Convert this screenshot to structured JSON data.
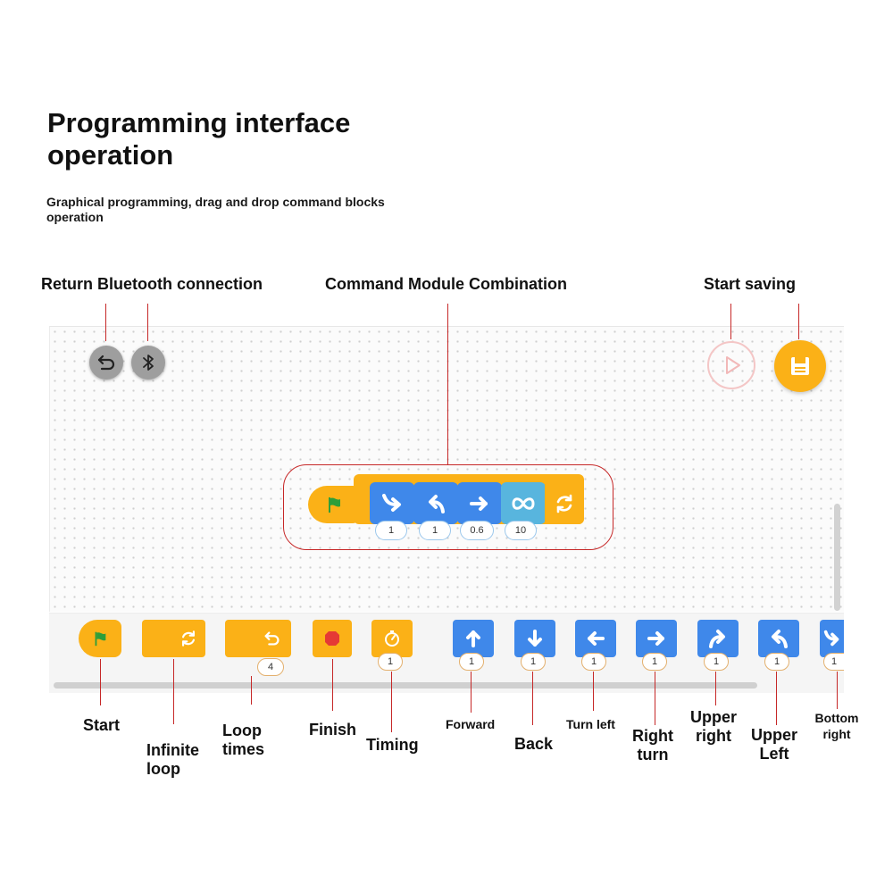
{
  "header": {
    "title": "Programming interface operation",
    "subtitle": "Graphical programming, drag and drop command blocks operation"
  },
  "callouts": {
    "return_bluetooth": "Return Bluetooth connection",
    "command_combination": "Command Module Combination",
    "start_saving": "Start saving"
  },
  "toolbar": {
    "return_icon": "undo-arrow-icon",
    "bluetooth_icon": "bluetooth-icon",
    "play_icon": "play-icon",
    "save_icon": "floppy-disk-icon"
  },
  "combination": {
    "start_icon": "green-flag-icon",
    "blocks": [
      {
        "icon": "bottom-right-arrow-icon",
        "value": "1",
        "color": "#3f88ea"
      },
      {
        "icon": "upper-left-arrow-icon",
        "value": "1",
        "color": "#3f88ea"
      },
      {
        "icon": "right-arrow-icon",
        "value": "0.6",
        "color": "#3f88ea"
      },
      {
        "icon": "infinity-loop-icon",
        "value": "10",
        "color": "#58b5de"
      }
    ],
    "end_icon": "loop-refresh-icon"
  },
  "palette": {
    "blocks": [
      {
        "name": "Start",
        "icon": "green-flag-icon",
        "color": "#fbb117"
      },
      {
        "name": "Infinite loop",
        "icon": "loop-refresh-icon",
        "color": "#fbb117"
      },
      {
        "name": "Loop times",
        "icon": "loop-count-icon",
        "value": "4",
        "color": "#fbb117"
      },
      {
        "name": "Finish",
        "icon": "stop-octagon-icon",
        "color": "#fbb117"
      },
      {
        "name": "Timing",
        "icon": "timer-icon",
        "value": "1",
        "color": "#fbb117"
      },
      {
        "name": "Forward",
        "icon": "up-arrow-icon",
        "value": "1",
        "color": "#3f88ea"
      },
      {
        "name": "Back",
        "icon": "down-arrow-icon",
        "value": "1",
        "color": "#3f88ea"
      },
      {
        "name": "Turn left",
        "icon": "left-arrow-icon",
        "value": "1",
        "color": "#3f88ea"
      },
      {
        "name": "Right turn",
        "icon": "right-arrow-icon",
        "value": "1",
        "color": "#3f88ea"
      },
      {
        "name": "Upper right",
        "icon": "upper-right-arrow-icon",
        "value": "1",
        "color": "#3f88ea"
      },
      {
        "name": "Upper Left",
        "icon": "upper-left-arrow-icon",
        "value": "1",
        "color": "#3f88ea"
      },
      {
        "name": "Bottom right",
        "icon": "bottom-right-arrow-icon",
        "value": "1",
        "color": "#3f88ea"
      }
    ],
    "labels": {
      "start": "Start",
      "infinite_loop_1": "Infinite",
      "infinite_loop_2": "loop",
      "loop_times_1": "Loop",
      "loop_times_2": "times",
      "finish": "Finish",
      "timing": "Timing",
      "forward": "Forward",
      "back": "Back",
      "turn_left": "Turn left",
      "right_turn_1": "Right",
      "right_turn_2": "turn",
      "upper_right_1": "Upper",
      "upper_right_2": "right",
      "upper_left_1": "Upper",
      "upper_left_2": "Left",
      "bottom_right_1": "Bottom",
      "bottom_right_2": "right"
    }
  },
  "colors": {
    "accent_orange": "#fbb117",
    "block_blue": "#3f88ea",
    "block_teal": "#58b5de",
    "leader_red": "#c62828",
    "flag_green": "#2e9e3a",
    "stop_red": "#e53935"
  }
}
